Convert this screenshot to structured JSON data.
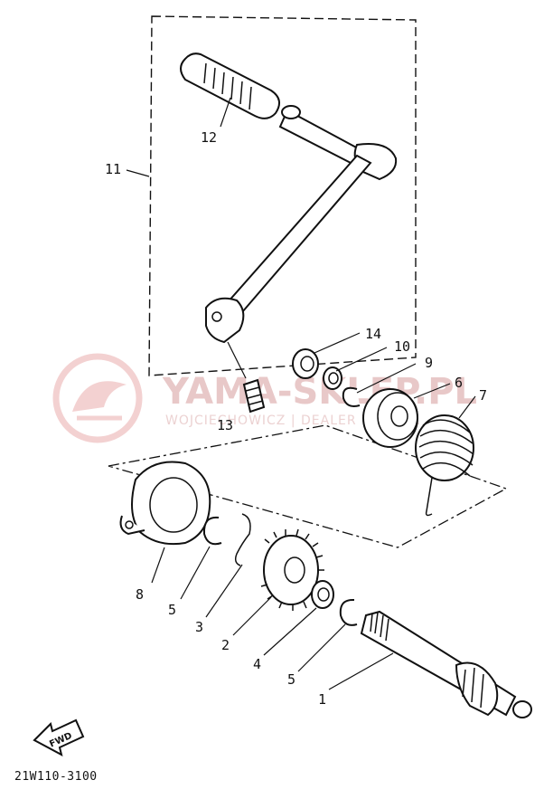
{
  "diagram": {
    "figure_code": "21W110-3100",
    "fwd_label": "FWD",
    "watermark": {
      "title": "YAMA-SKLEP.PL",
      "subtitle": "WOJCIECHOWICZ | DEALER YAMAHA"
    },
    "callouts": {
      "c1": "1",
      "c2": "2",
      "c3": "3",
      "c4": "4",
      "c5a": "5",
      "c5b": "5",
      "c6": "6",
      "c7": "7",
      "c8": "8",
      "c9": "9",
      "c10": "10",
      "c11": "11",
      "c12": "12",
      "c13": "13",
      "c14": "14"
    }
  }
}
